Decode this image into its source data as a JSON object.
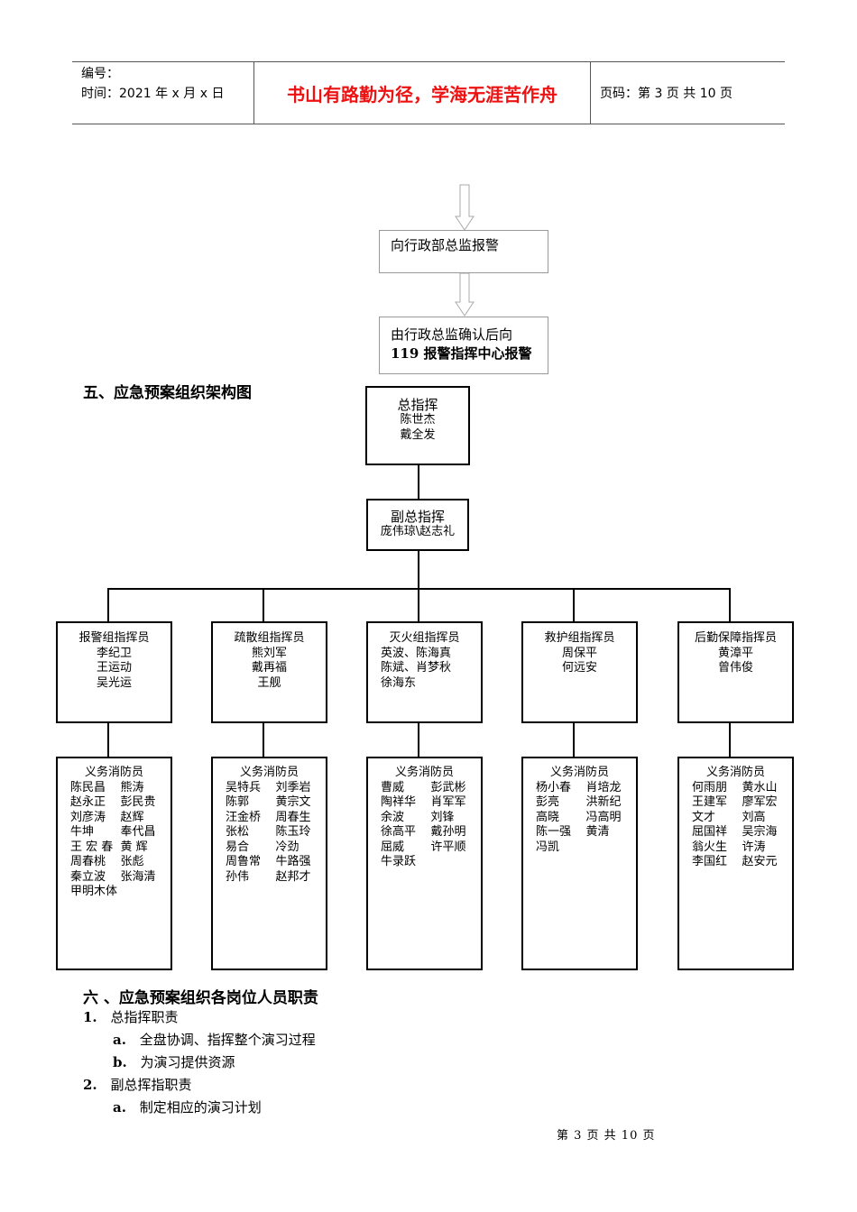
{
  "header": {
    "number_label": "编号：",
    "time_label": "时间：2021 年 x 月 x 日",
    "motto": "书山有路勤为径，学海无涯苦作舟",
    "page_label": "页码：第 3 页  共 10 页"
  },
  "flow": {
    "step1": "向行政部总监报警",
    "step2_line1": "由行政总监确认后向",
    "step2_line2": "119 报警指挥中心报警"
  },
  "section5_title": "五、应急预案组织架构图",
  "org": {
    "commander": {
      "title": "总指挥",
      "names": [
        "陈世杰",
        "戴全发"
      ]
    },
    "deputy": {
      "title": "副总指挥",
      "names": [
        "庞伟琼\\赵志礼"
      ]
    },
    "groups": [
      {
        "title": "报警组指挥员",
        "names": [
          "李纪卫",
          "王运动",
          "吴光运"
        ]
      },
      {
        "title": "疏散组指挥员",
        "names": [
          "熊刘军",
          "戴再福",
          "王舰"
        ]
      },
      {
        "title": "灭火组指挥员",
        "names": [
          "英波、陈海真",
          "陈斌、肖梦秋",
          "徐海东"
        ]
      },
      {
        "title": "救护组指挥员",
        "names": [
          "周保平",
          "何远安"
        ]
      },
      {
        "title": "后勤保障指挥员",
        "names": [
          "黄漳平",
          "曾伟俊"
        ]
      }
    ],
    "members_title": "义务消防员",
    "members": [
      [
        [
          "陈民昌",
          "熊涛"
        ],
        [
          "赵永正",
          "彭民贵"
        ],
        [
          "刘彦涛",
          "赵辉"
        ],
        [
          "牛坤",
          "奉代昌"
        ],
        [
          "王 宏 春",
          "黄 辉"
        ],
        [
          "周春桃",
          "张彪"
        ],
        [
          "秦立波",
          "张海清"
        ],
        [
          "甲明木体",
          ""
        ]
      ],
      [
        [
          "吴特兵",
          "刘季岩"
        ],
        [
          "陈郭",
          "黄宗文"
        ],
        [
          "汪金桥",
          "周春生"
        ],
        [
          "张松",
          "陈玉玲"
        ],
        [
          "易合",
          "冷劲"
        ],
        [
          "周鲁常",
          "牛路强"
        ],
        [
          "孙伟",
          "赵邦才"
        ]
      ],
      [
        [
          "曹威",
          "彭武彬"
        ],
        [
          "陶祥华",
          "肖军军"
        ],
        [
          "余波",
          "刘锋"
        ],
        [
          "徐高平",
          "戴孙明"
        ],
        [
          "屈威",
          "许平顺"
        ],
        [
          "牛录跃",
          ""
        ]
      ],
      [
        [
          "杨小春",
          "肖培龙"
        ],
        [
          "彭亮",
          "洪新纪"
        ],
        [
          "高晓",
          "冯高明"
        ],
        [
          "陈一强",
          "黄清"
        ],
        [
          "冯凯",
          ""
        ]
      ],
      [
        [
          "何雨朋",
          "黄水山"
        ],
        [
          "王建军",
          "廖军宏"
        ],
        [
          "文才",
          "刘高"
        ],
        [
          "屈国祥",
          "吴宗海"
        ],
        [
          "翁火生",
          "许涛"
        ],
        [
          "李国红",
          "赵安元"
        ]
      ]
    ]
  },
  "section6_title": "六 、应急预案组织各岗位人员职责",
  "duties": [
    {
      "num": "1.",
      "text": "总指挥职责"
    },
    {
      "num": "a.",
      "text": "全盘协调、指挥整个演习过程"
    },
    {
      "num": "b.",
      "text": "为演习提供资源"
    },
    {
      "num": "2.",
      "text": "副总挥指职责"
    },
    {
      "num": "a.",
      "text": "制定相应的演习计划"
    }
  ],
  "footer": "第 3 页 共 10 页"
}
